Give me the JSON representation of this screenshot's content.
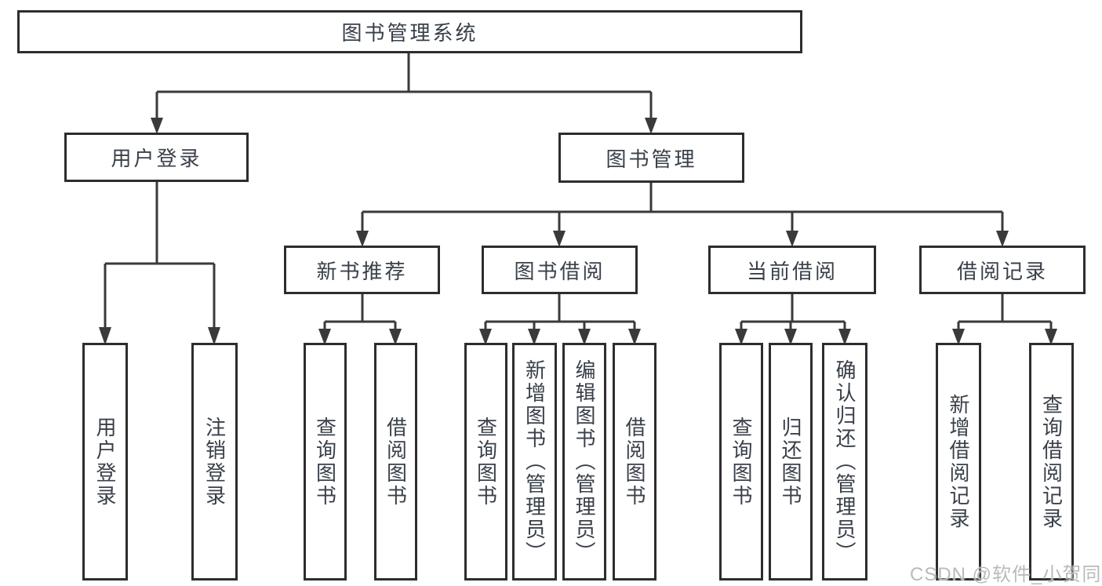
{
  "nodes": {
    "root": "图书管理系统",
    "user_login": "用户登录",
    "book_management": "图书管理",
    "new_book_recommend": "新书推荐",
    "book_borrow": "图书借阅",
    "current_borrow": "当前借阅",
    "borrow_records": "借阅记录"
  },
  "leaves": {
    "login": [
      "用户登录",
      "注销登录"
    ],
    "recommend": [
      "查询图书",
      "借阅图书"
    ],
    "borrow": [
      "查询图书",
      "新增图书（管理员）",
      "编辑图书（管理员）",
      "借阅图书"
    ],
    "current": [
      "查询图书",
      "归还图书",
      "确认归还（管理员）"
    ],
    "records": [
      "新增借阅记录",
      "查询借阅记录"
    ]
  },
  "watermark": "CSDN @软件_小贺同学",
  "colors": {
    "line": "#3a3a3a",
    "border": "#2d2d2d",
    "text": "#3a4049",
    "watermark": "#b2b2b2",
    "background": "#ffffff"
  }
}
